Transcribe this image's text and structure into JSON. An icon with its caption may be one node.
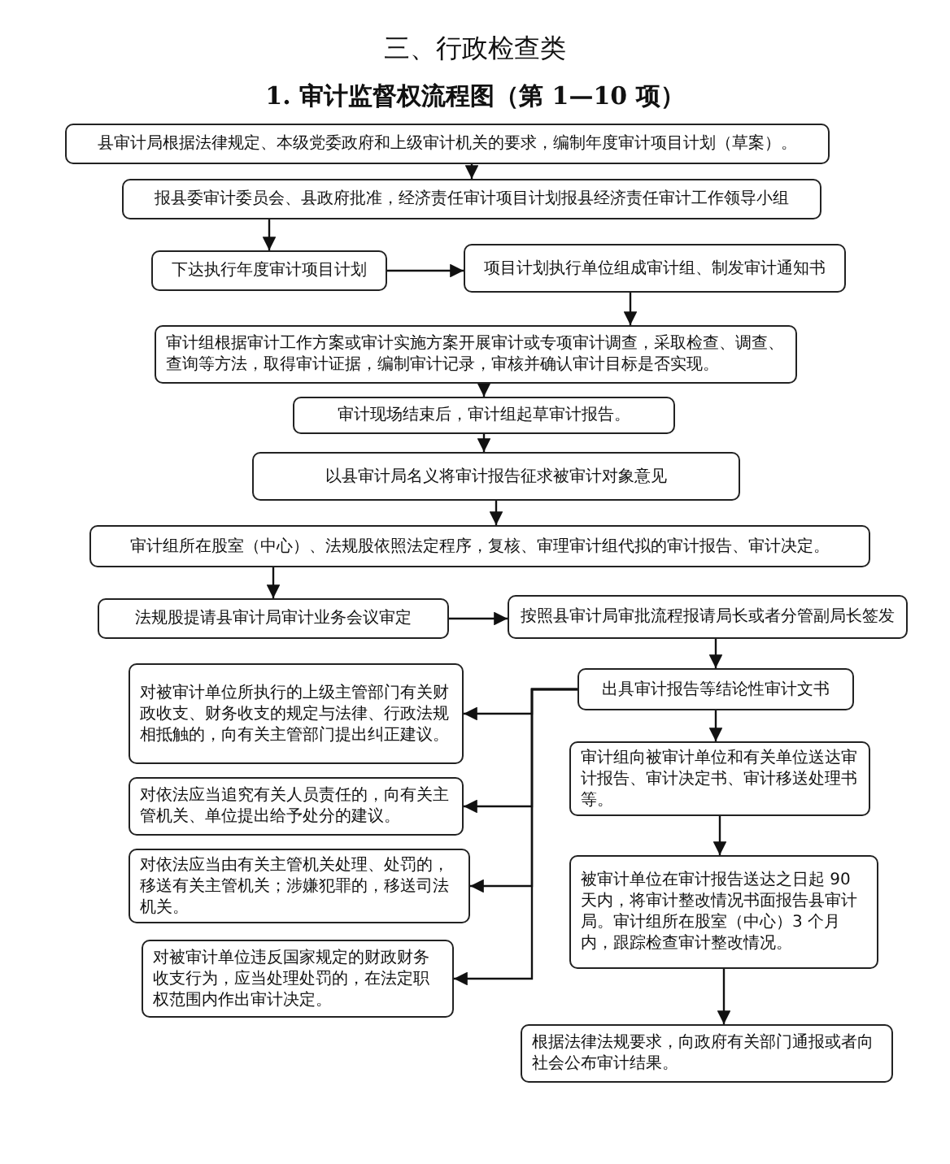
{
  "diagram": {
    "title": "三、行政检查类",
    "nodes": [
      {
        "text": [
          "县审计局根据法律规定、本级党委政府和上级审计机关的要求，编制年度审计项目计划（草案）。"
        ]
      },
      {
        "text": [
          "报县委审计委员会、县政府批准，经济责任审计项目计划报县经济责任审计工作领导小组"
        ]
      },
      {
        "text": [
          "下达执行年度审计项目计划"
        ]
      },
      {
        "text": [
          "项目计划执行单位组成审计组、制发审计通知书"
        ]
      },
      {
        "text": [
          "审计组根据审计工作方案或审计实施方案开展审计或专项审计调查，采取检查、调查、查询等方法，取得审计证据，编制审计记录，审核并确认审计目标是否实现。"
        ]
      },
      {
        "text": [
          "审计现场结束后，审计组起草审计报告。"
        ]
      },
      {
        "text": [
          "以县审计局名义将审计报告征求被审计对象意见"
        ]
      },
      {
        "text": [
          "审计组所在股室（中心）、法规股依照法定程序，复核、审理审计组代拟的审计报告、审计决定。"
        ]
      },
      {
        "text": [
          "法规股提请县审计局审计业务会议审定"
        ]
      },
      {
        "text": [
          "按照县审计局审批流程报请局长或者分管副局长签发"
        ]
      },
      {
        "text": [
          "出具审计报告等结论性审计文书"
        ]
      },
      {
        "text": [
          "对被审计单位所执行的上级主管部门有关财政收支、财务收支的规定与法律、行政法规相抵触的，向有关主管部门提出纠正建议。"
        ]
      },
      {
        "text": [
          "审计组向被审计单位和有关单位送达审计报告、审计决定书、审计移送处理书等。"
        ]
      },
      {
        "text": [
          "对依法应当追究有关人员责任的，向有关主管机关、单位提出给予处分的建议。"
        ]
      },
      {
        "text": [
          "被审计单位在审计报告送达之日起 90 天内，将审计整改情况书面报告县审计局。审计组所在股室（中心）3 个月内，跟踪检查审计整改情况。"
        ]
      },
      {
        "text": [
          "对依法应当由有关主管机关处理、处罚的，移送有关主管机关；涉嫌犯罪的，移送司法机关。"
        ]
      },
      {
        "text": [
          "对被审计单位违反国家规定的财政财务收支行为，应当处理处罚的，在法定职权范围内作出审计决定。"
        ]
      },
      {
        "text": [
          "根据法律法规要求，向政府有关部门通报或者向社会公布审计结果。"
        ]
      }
    ],
    "edges": [
      {
        "from": 0,
        "to": 1,
        "arrow": "to"
      },
      {
        "from": 1,
        "to": 2,
        "arrow": "to"
      },
      {
        "from": 2,
        "to": 3,
        "arrow": "to"
      },
      {
        "from": 3,
        "to": 4,
        "arrow": "to"
      },
      {
        "from": 4,
        "to": 5,
        "arrow": "to"
      },
      {
        "from": 5,
        "to": 6,
        "arrow": "to"
      },
      {
        "from": 6,
        "to": 7,
        "arrow": "to"
      },
      {
        "from": 7,
        "to": 8,
        "arrow": "to"
      },
      {
        "from": 8,
        "to": 9,
        "arrow": "to"
      },
      {
        "from": 9,
        "to": 10,
        "arrow": "to"
      },
      {
        "from": 10,
        "to": 12,
        "arrow": "to"
      },
      {
        "from": 12,
        "to": 14,
        "arrow": "to"
      },
      {
        "from": 14,
        "to": 17,
        "arrow": "to"
      },
      {
        "from": 10,
        "to": 11,
        "arrow": "to"
      },
      {
        "from": 10,
        "to": 13,
        "arrow": "to"
      },
      {
        "from": 10,
        "to": 15,
        "arrow": "to"
      },
      {
        "from": 10,
        "to": 16,
        "arrow": "to"
      }
    ],
    "labels": [
      "1. 审计监督权流程图（第 1—10 项）"
    ]
  }
}
